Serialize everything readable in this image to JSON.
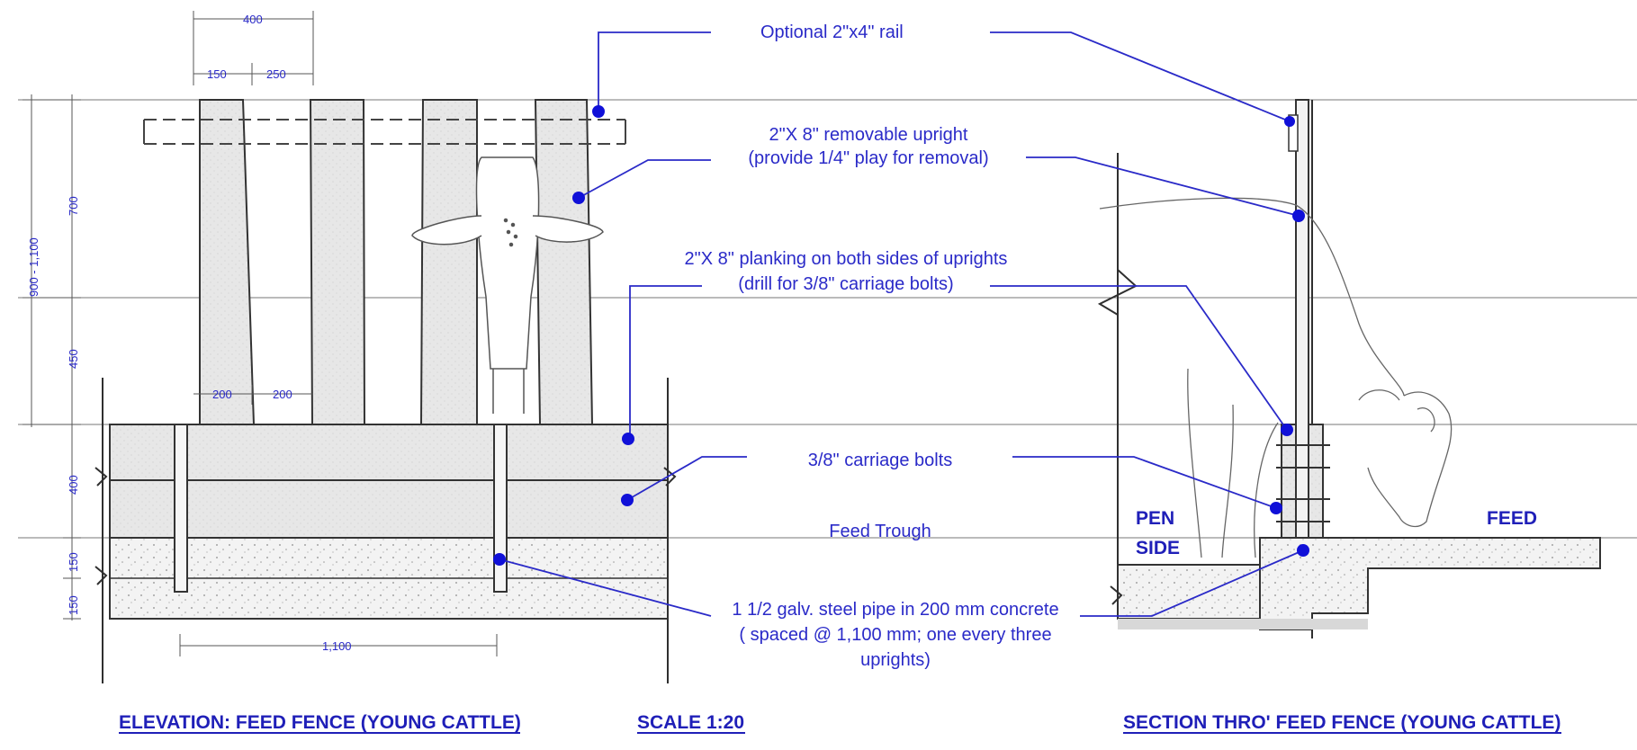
{
  "labels": {
    "rail": "Optional 2\"x4\" rail",
    "upright_1": "2\"X 8\" removable upright",
    "upright_2": "(provide 1/4\" play for removal)",
    "planking_1": "2\"X 8\" planking on both sides of uprights",
    "planking_2": "(drill for 3/8\" carriage bolts)",
    "bolts": "3/8\" carriage bolts",
    "trough": "Feed Trough",
    "pipe_1": "1 1/2 galv. steel pipe in 200 mm concrete",
    "pipe_2": "( spaced @ 1,100 mm; one every three",
    "pipe_3": "uprights)",
    "pen_1": "PEN",
    "pen_2": "SIDE",
    "feed": "FEED"
  },
  "dimensions": {
    "top_400": "400",
    "top_150": "150",
    "top_250": "250",
    "mid_200a": "200",
    "mid_200b": "200",
    "bottom_1100": "1,100",
    "v_900_1100": "900 - 1,100",
    "v_700": "700",
    "v_450": "450",
    "v_400": "400",
    "v_150a": "150",
    "v_150b": "150"
  },
  "titles": {
    "elevation": "ELEVATION: FEED FENCE (YOUNG CATTLE)",
    "scale": "SCALE 1:20",
    "section": "SECTION THRO' FEED FENCE (YOUNG CATTLE)"
  },
  "colors": {
    "annotation": "#2a2ac8",
    "ink": "#2f2f2f",
    "wood": "#e6e6e6",
    "concrete": "#efefef"
  }
}
